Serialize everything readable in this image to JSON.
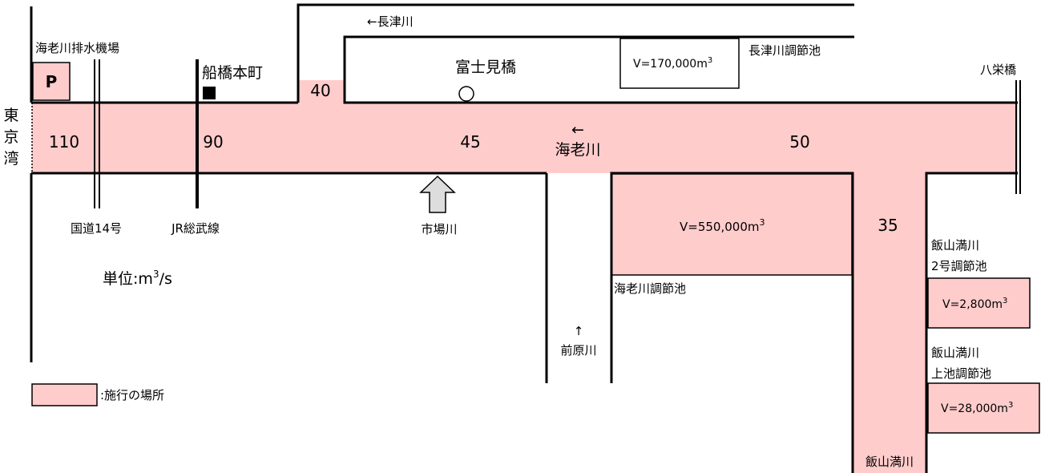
{
  "colors": {
    "construction": "#ffcccc",
    "line": "#000000",
    "arrow_fill": "#dddddd"
  },
  "labels": {
    "pump_station": "海老川排水機場",
    "pump_symbol": "P",
    "tokyo_bay": [
      "東",
      "京",
      "湾"
    ],
    "route14": "国道14号",
    "jr_line": "JR総武線",
    "funabashi_honcho": "船橋本町",
    "nagatsu_river": "←長津川",
    "fujimi_bridge": "富士見橋",
    "nagatsu_pond": "長津川調節池",
    "nagatsu_pond_volume": "V=170,000m",
    "yasakae_bridge": "八栄橋",
    "ebi_arrow": "←",
    "ebi_river": "海老川",
    "ichiba_river": "市場川",
    "ebi_pond_volume": "V=550,000m",
    "ebi_pond": "海老川調節池",
    "maehara_arrow": "↑",
    "maehara_river": "前原川",
    "iiyama_pond2_line1": "飯山満川",
    "iiyama_pond2_line2": "2号調節池",
    "iiyama_pond2_volume": "V=2,800m",
    "iiyama_upper_line1": "飯山満川",
    "iiyama_upper_line2": "上池調節池",
    "iiyama_upper_volume": "V=28,000m",
    "iiyama_river": "飯山満川",
    "unit_prefix": "単位:m",
    "unit_suffix": "/s",
    "superscript3": "3",
    "legend": ":施行の場所"
  },
  "flows": {
    "f110": "110",
    "f90": "90",
    "f40": "40",
    "f45": "45",
    "f50": "50",
    "f35": "35"
  }
}
